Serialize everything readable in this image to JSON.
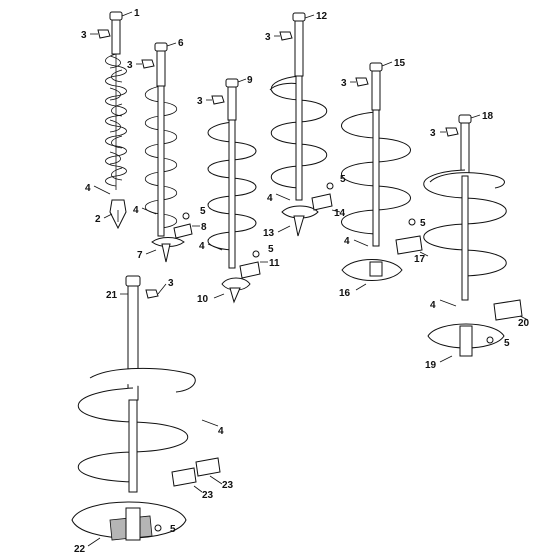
{
  "diagram": {
    "part_numbers": {
      "p1": "1",
      "p2": "2",
      "p3": "3",
      "p4": "4",
      "p5": "5",
      "p6": "6",
      "p7": "7",
      "p8": "8",
      "p9": "9",
      "p10": "10",
      "p11": "11",
      "p12": "12",
      "p13": "13",
      "p14": "14",
      "p15": "15",
      "p16": "16",
      "p17": "17",
      "p18": "18",
      "p19": "19",
      "p20": "20",
      "p21": "21",
      "p22": "22",
      "p23": "23"
    }
  }
}
